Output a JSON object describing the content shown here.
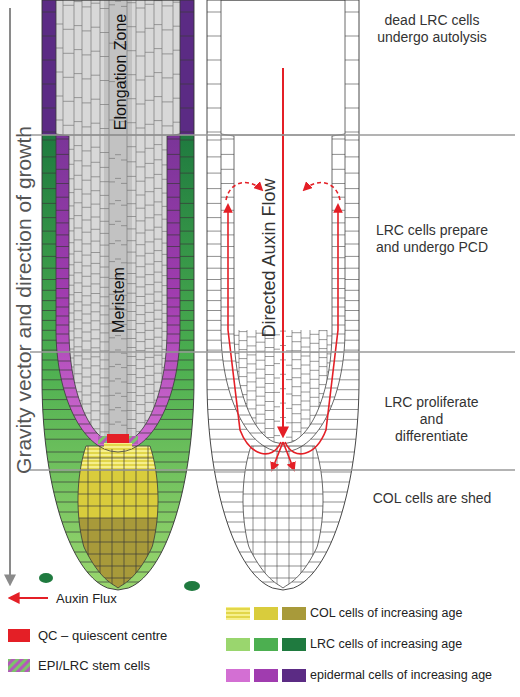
{
  "diagram": {
    "labels": [
      "Elongation Zone",
      "Gravity vector and direction of growth",
      "Meristem",
      "Directed Auxin Flow",
      "dead LRC cells undergo autolysis",
      "LRC cells prepare and undergo PCD",
      "LRC proliferate and differentiate",
      "COL cells are shed"
    ],
    "legend": [
      {
        "text": "Auxin Flux"
      },
      {
        "text": "COL cells of increasing age",
        "color": "#d9cc3c"
      },
      {
        "text": "QC – quiescent centre",
        "color": "#e41f26"
      },
      {
        "text": "LRC cells of increasing age",
        "color": "#4caf50"
      },
      {
        "text": "EPI/LRC stem cells"
      },
      {
        "text": "epidermal cells of increasing age",
        "color": "#a03caf"
      }
    ]
  }
}
